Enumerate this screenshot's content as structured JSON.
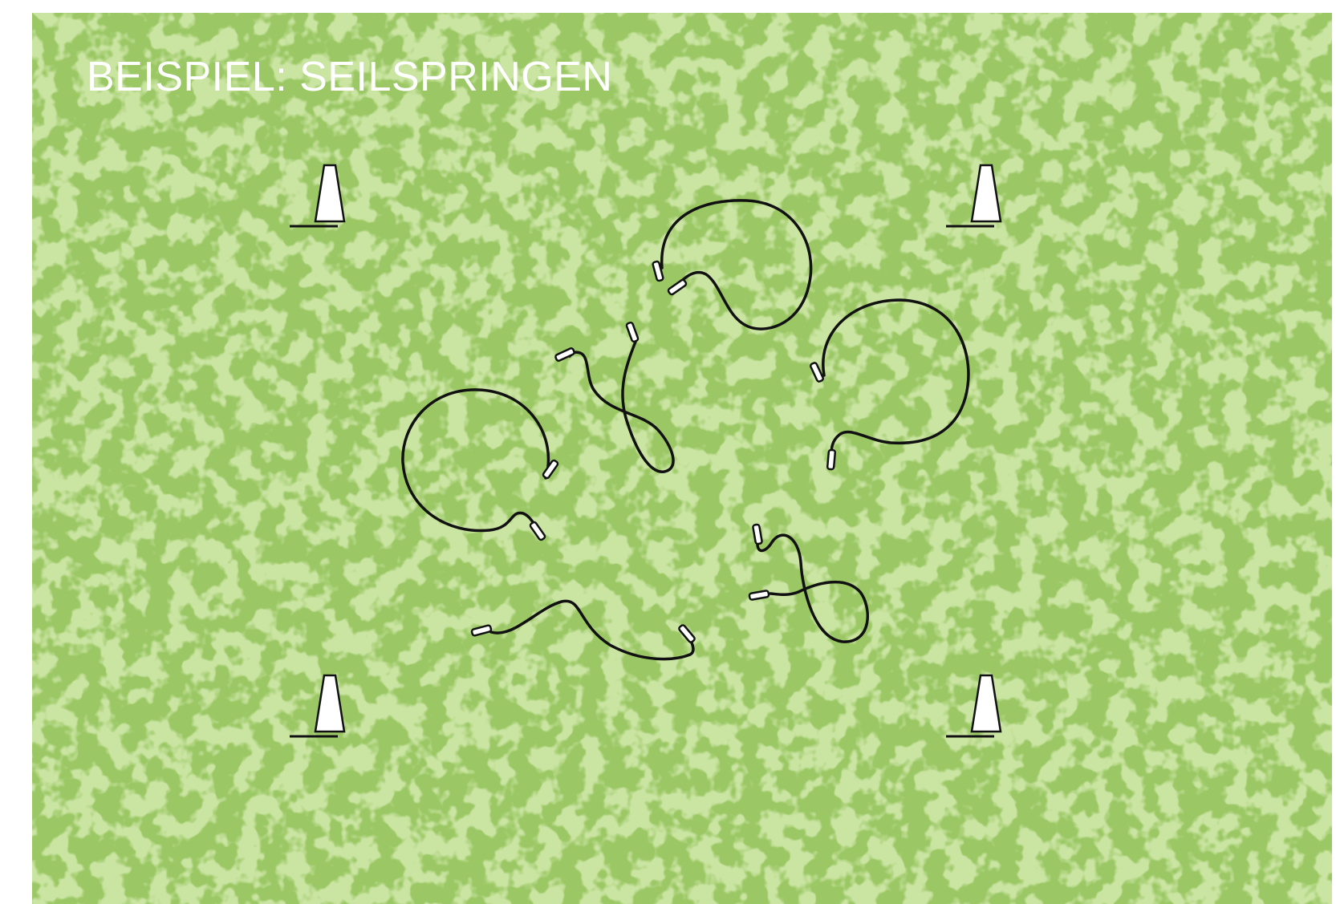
{
  "title": "BEISPIEL: SEILSPRINGEN",
  "colors": {
    "field": "#9bc865",
    "field_speckle": "#a6d06c",
    "field_speckle_dark": "#92c05d",
    "rope": "#111111",
    "handle": "#ffffff",
    "cone": "#ffffff"
  },
  "objects": {
    "cones": [
      {
        "name": "cone-top-left"
      },
      {
        "name": "cone-top-right"
      },
      {
        "name": "cone-bottom-left"
      },
      {
        "name": "cone-bottom-right"
      }
    ],
    "ropes": [
      {
        "name": "jump-rope-1"
      },
      {
        "name": "jump-rope-2"
      },
      {
        "name": "jump-rope-3"
      },
      {
        "name": "jump-rope-4"
      },
      {
        "name": "jump-rope-5"
      },
      {
        "name": "jump-rope-6"
      }
    ]
  }
}
